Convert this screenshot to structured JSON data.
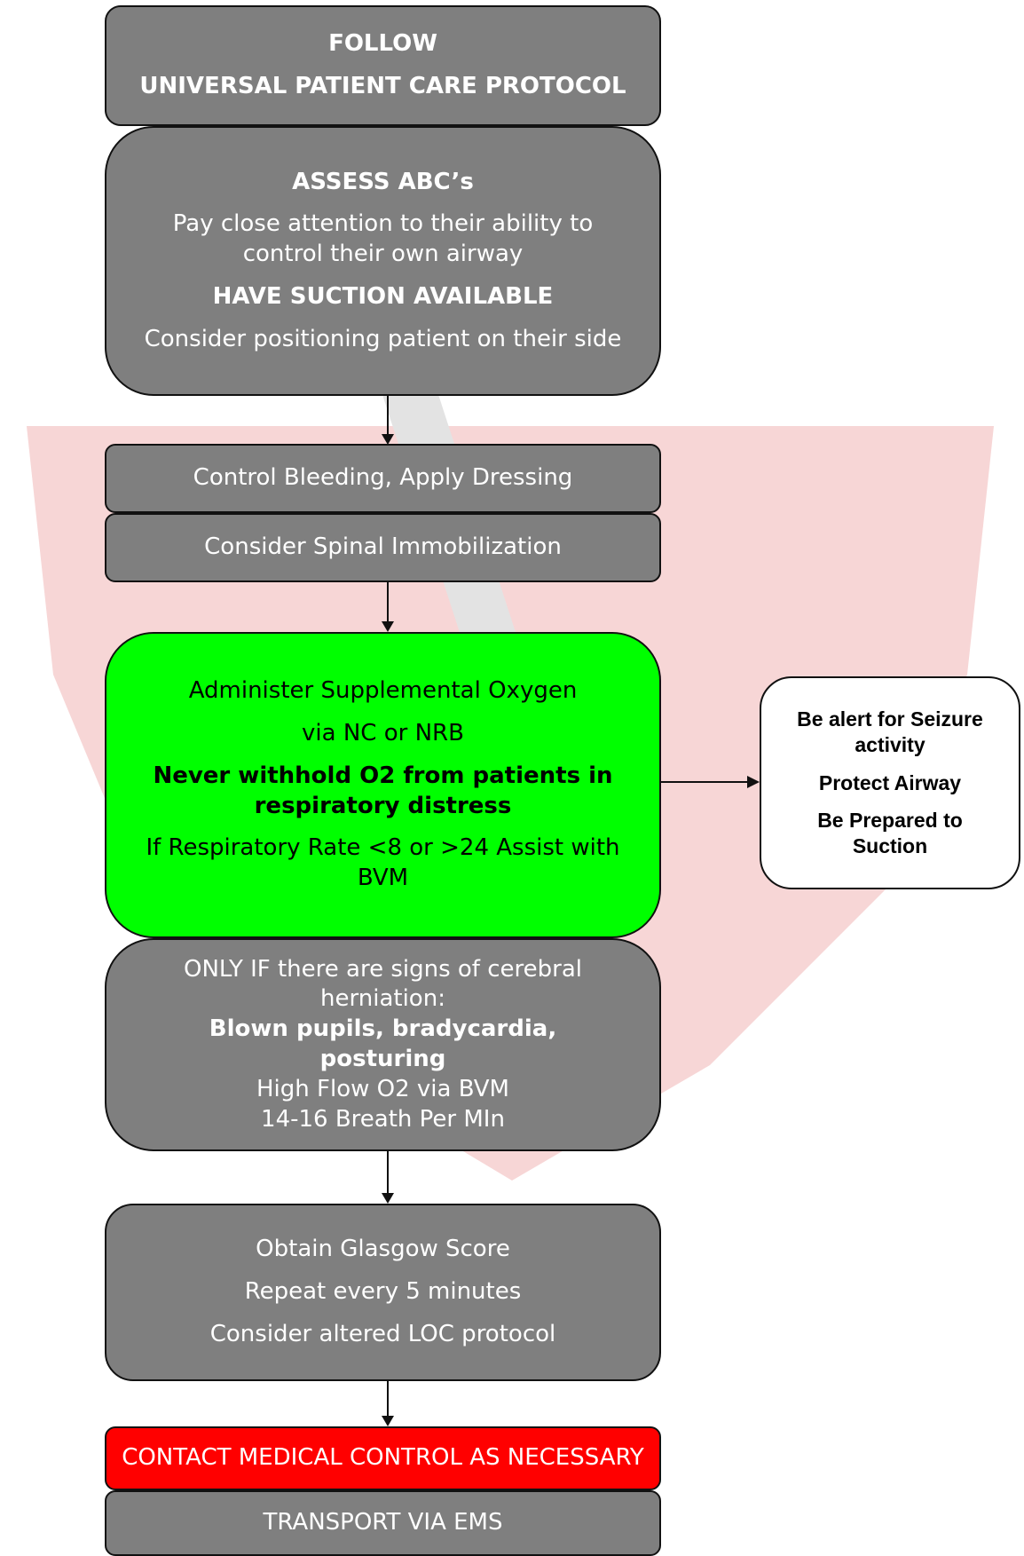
{
  "boxes": {
    "follow": {
      "line1": "FOLLOW",
      "line2": "UNIVERSAL PATIENT CARE PROTOCOL"
    },
    "assess": {
      "title": "ASSESS ABC’s",
      "text1": "Pay close attention to their ability to control their own airway",
      "suction": "HAVE SUCTION AVAILABLE",
      "text2": "Consider positioning patient on their side"
    },
    "bleeding": {
      "text": "Control Bleeding, Apply Dressing"
    },
    "spinal": {
      "text": "Consider Spinal Immobilization"
    },
    "oxygen": {
      "line1": "Administer Supplemental Oxygen",
      "line2": "via NC or NRB",
      "bold": "Never withhold O2 from patients in respiratory distress",
      "line3": "If Respiratory Rate <8 or >24 Assist with BVM"
    },
    "herniation": {
      "line1": "ONLY IF there are signs of cerebral herniation:",
      "bold": "Blown pupils, bradycardia, posturing",
      "line2": "High Flow O2 via BVM",
      "line3": "14-16 Breath Per MIn"
    },
    "glasgow": {
      "line1": "Obtain Glasgow Score",
      "line2": "Repeat every 5 minutes",
      "line3": "Consider altered LOC protocol"
    },
    "contact": {
      "text": "CONTACT MEDICAL CONTROL AS NECESSARY"
    },
    "transport": {
      "text": "TRANSPORT VIA EMS"
    },
    "seizure": {
      "line1": "Be alert for Seizure activity",
      "line2": "Protect Airway",
      "line3": "Be Prepared to Suction"
    }
  },
  "colors": {
    "gray": "#7f7f7f",
    "green": "#00ff00",
    "red": "#ff0000",
    "watermark": "#f3c6c6"
  }
}
